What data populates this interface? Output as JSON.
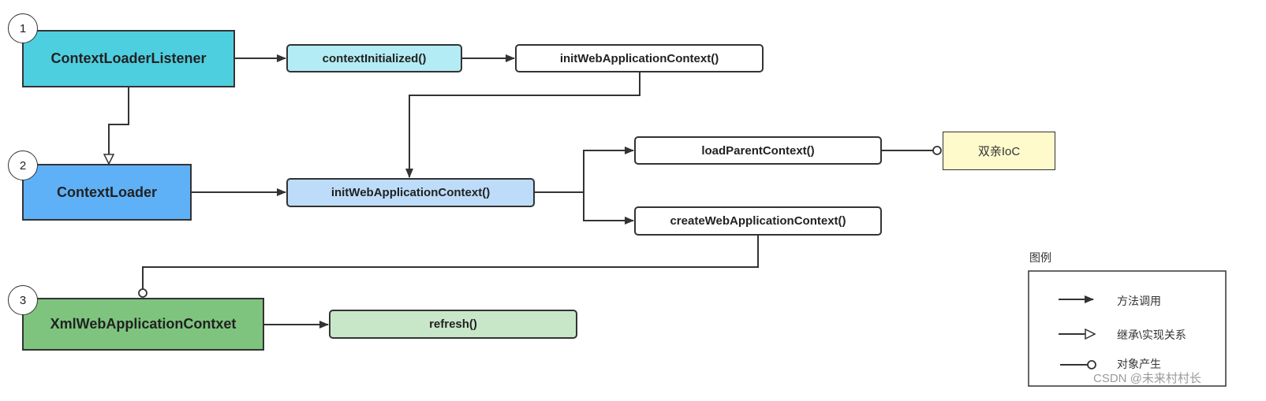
{
  "nodes": {
    "context_loader_listener": "ContextLoaderListener",
    "context_loader": "ContextLoader",
    "xml_web_application_context": "XmlWebApplicationContxet",
    "context_initialized": "contextInitialized()",
    "init_web_application_context_top": "initWebApplicationContext()",
    "init_web_application_context_mid": "initWebApplicationContext()",
    "load_parent_context": "loadParentContext()",
    "create_web_application_context": "createWebApplicationContext()",
    "refresh": "refresh()",
    "parent_ioc": "双亲IoC"
  },
  "step_numbers": {
    "one": "1",
    "two": "2",
    "three": "3"
  },
  "legend": {
    "title": "图例",
    "method_call": "方法调用",
    "inheritance": "继承\\实现关系",
    "object_creation": "对象产生"
  },
  "watermark": "CSDN @未来村村长",
  "colors": {
    "listener_fill": "#4ecfe0",
    "loader_fill": "#5fb1f7",
    "xml_fill": "#7ec47e",
    "context_initialized_fill": "#b3ecf4",
    "init_mid_fill": "#bddcf9",
    "refresh_fill": "#c8e6c8",
    "parent_ioc_fill": "#fffacc",
    "line": "#333333"
  }
}
